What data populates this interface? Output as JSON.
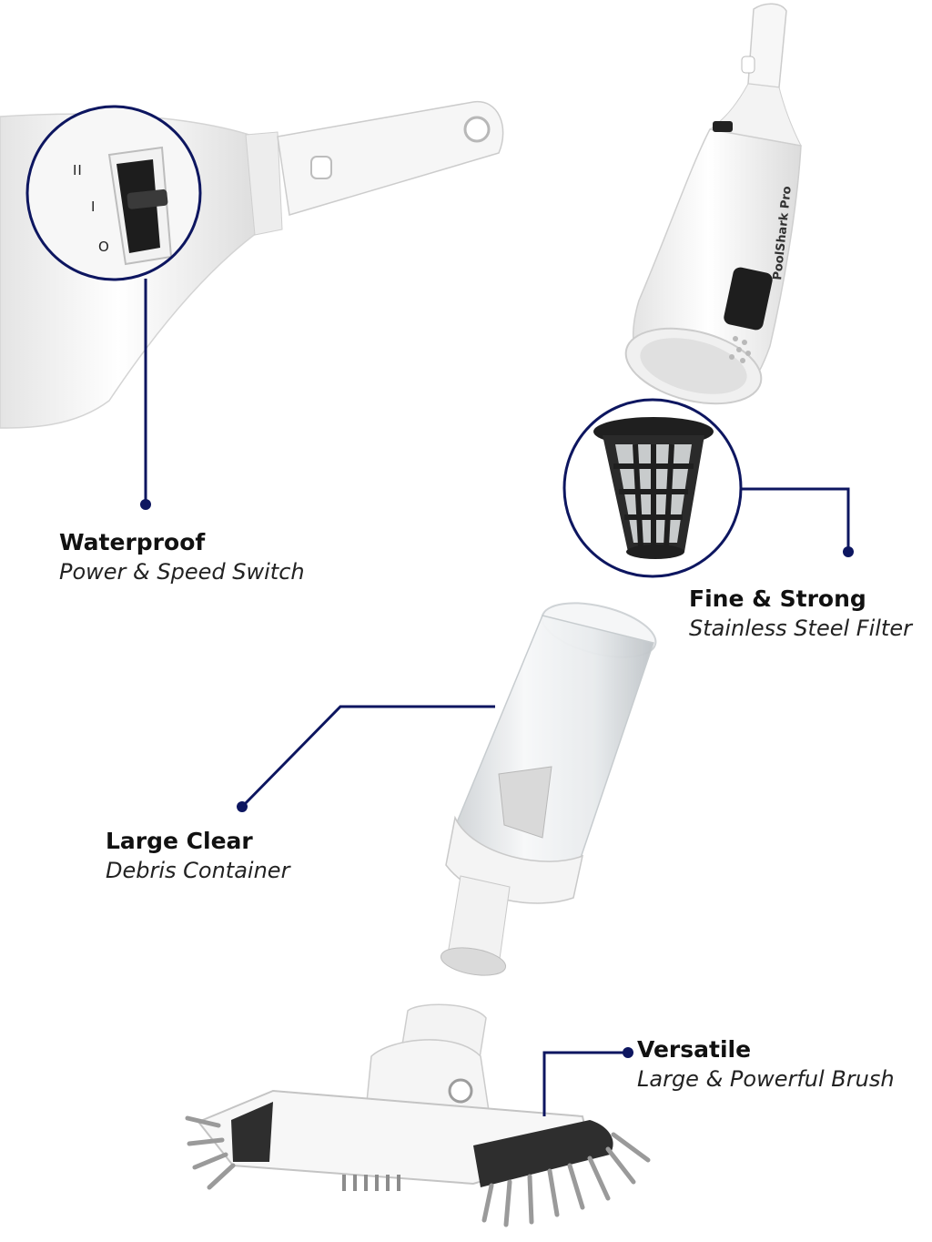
{
  "callouts": {
    "switch": {
      "title": "Waterproof",
      "subtitle": "Power & Speed Switch"
    },
    "filter": {
      "title": "Fine & Strong",
      "subtitle": "Stainless Steel Filter"
    },
    "container": {
      "title": "Large Clear",
      "subtitle": "Debris Container"
    },
    "brush": {
      "title": "Versatile",
      "subtitle": "Large & Powerful Brush"
    }
  },
  "switch_markings": {
    "high": "II",
    "low": "I",
    "off": "O"
  },
  "brand_text": "PoolShark Pro",
  "colors": {
    "leader_line": "#0d1660",
    "product_body": "#ffffff",
    "accent_dark": "#2a2a2a"
  }
}
